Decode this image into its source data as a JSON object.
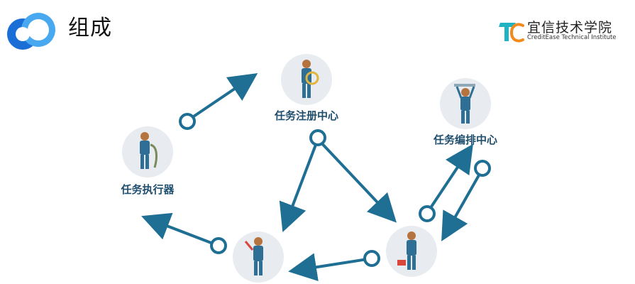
{
  "header": {
    "title": "组成",
    "brand_cn": "宜信技术学院",
    "brand_en": "CreditEase Technical Institute"
  },
  "nodes": {
    "registry": {
      "label": "任务注册中心"
    },
    "orchestrator": {
      "label": "任务编排中心"
    },
    "executor": {
      "label": "任务执行器"
    },
    "bottom_left": {
      "label": ""
    },
    "bottom_right": {
      "label": ""
    }
  },
  "colors": {
    "arrow": "#1e6f93",
    "label": "#1f4f6d",
    "node_bg": "#e8ebef",
    "logo_blue": "#1b6ed6",
    "logo_light": "#49a9f0",
    "brand_teal": "#1fb3c4",
    "brand_orange": "#f08a1c"
  }
}
